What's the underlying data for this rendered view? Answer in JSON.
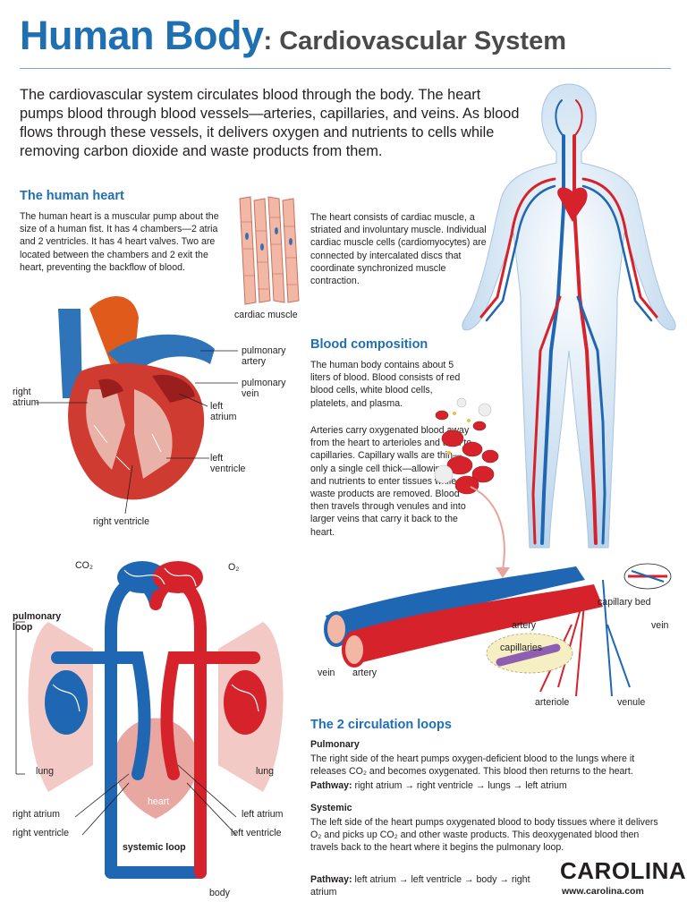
{
  "header": {
    "title_main": "Human Body",
    "title_sub": ": Cardiovascular System",
    "intro": "The cardiovascular system circulates blood through the body. The heart pumps blood through blood vessels—arteries, capillaries, and veins. As blood flows through these vessels, it delivers oxygen and nutrients to cells while removing carbon dioxide and waste products from them."
  },
  "heart_section": {
    "heading": "The human heart",
    "text": "The human heart is a muscular pump about the size of a human fist. It has 4 chambers—2 atria and 2 ventricles. It has 4 heart valves. Two are located between the chambers and 2 exit the heart, preventing the backflow of blood.",
    "muscle_text": "The heart consists of cardiac muscle, a striated and involuntary muscle. Individual cardiac muscle cells (cardiomyocytes) are connected by intercalated discs that coordinate synchronized muscle contraction.",
    "muscle_label": "cardiac muscle",
    "labels": {
      "pulmonary_artery": "pulmonary artery",
      "pulmonary_vein": "pulmonary vein",
      "right_atrium": "right atrium",
      "left_atrium": "left atrium",
      "left_ventricle": "left ventricle",
      "right_ventricle": "right ventricle"
    }
  },
  "blood_section": {
    "heading": "Blood composition",
    "text1": "The human body contains about 5 liters of blood. Blood consists of red blood cells, white blood cells, platelets, and plasma.",
    "text2": "Arteries carry oxygenated blood away from the heart to arterioles and then to capillaries. Capillary walls are thin—only a single cell thick—allowing O₂ and nutrients to enter tissues while waste products are removed. Blood then travels through venules and into larger veins that carry it back to the heart."
  },
  "vessels": {
    "capillary_bed": "capillary bed",
    "artery": "artery",
    "vein": "vein",
    "capillaries": "capillaries",
    "arteriole": "arteriole",
    "venule": "venule",
    "vein2": "vein",
    "artery2": "artery"
  },
  "loops_diagram": {
    "co2": "CO₂",
    "o2": "O₂",
    "pulmonary_loop": "pulmonary loop",
    "lung_left": "lung",
    "lung_right": "lung",
    "heart": "heart",
    "right_atrium": "right atrium",
    "right_ventricle": "right ventricle",
    "left_atrium": "left atrium",
    "left_ventricle": "left ventricle",
    "systemic_loop": "systemic loop",
    "body": "body"
  },
  "circulation": {
    "heading": "The 2 circulation loops",
    "pulmonary_title": "Pulmonary",
    "pulmonary_text": "The right side of the heart pumps oxygen-deficient blood to the lungs where it releases CO₂ and becomes oxygenated. This blood then returns to the heart.",
    "pathway_label": "Pathway:",
    "pulmonary_pathway": "right atrium → right ventricle → lungs → left atrium",
    "systemic_title": "Systemic",
    "systemic_text": "The left side of the heart pumps oxygenated blood to body tissues where it delivers O₂ and picks up CO₂ and other waste products. This deoxygenated blood then travels back to the heart where it begins the pulmonary loop.",
    "systemic_pathway": "left atrium → left ventricle → body → right atrium"
  },
  "logo": {
    "name": "CAROLINA",
    "url": "www.carolina.com"
  },
  "colors": {
    "title_blue": "#1f6fb3",
    "artery_red": "#d6232b",
    "vein_blue": "#2067b3",
    "lung_pink": "#f2c9c4"
  }
}
